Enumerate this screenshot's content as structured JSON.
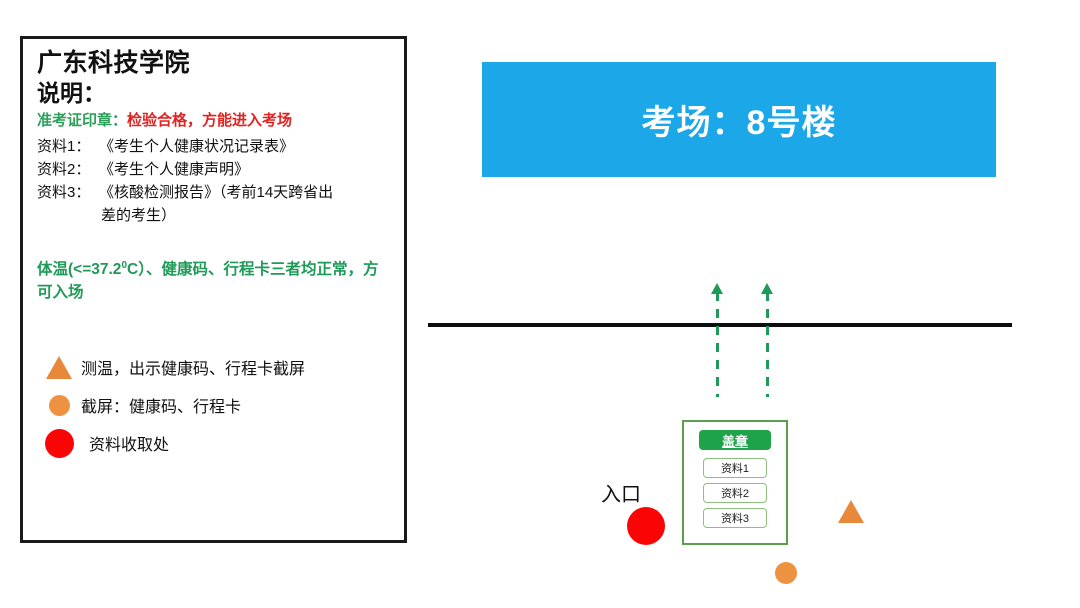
{
  "info_panel": {
    "org_title": "广东科技学院",
    "note_title": "说明：",
    "stamp_label": "准考证印章：",
    "stamp_value": "检验合格，方能进入考场",
    "documents": [
      {
        "key": "资料1：",
        "value": "《考生个人健康状况记录表》"
      },
      {
        "key": "资料2：",
        "value": "《考生个人健康声明》"
      },
      {
        "key": "资料3：",
        "value": "《核酸检测报告》（考前14天跨省出"
      }
    ],
    "documents_continuation": "差的考生）",
    "temperature_notice": {
      "prefix": "体温(<=37.2",
      "superscript": "0",
      "suffix": "C）、健康码、行程卡三者均正常，方可入场"
    },
    "legend": [
      {
        "icon": "triangle-icon",
        "color": "#E8883A",
        "label": "测温，出示健康码、行程卡截屏"
      },
      {
        "icon": "circle-icon",
        "color": "#ED9240",
        "label": "截屏：健康码、行程卡"
      },
      {
        "icon": "circle-icon",
        "color": "#FA0505",
        "label": "资料收取处"
      }
    ]
  },
  "map": {
    "banner_text": "考场：8号楼",
    "banner_color": "#1CA7E8",
    "entrance_label": "入口",
    "checkpoint": {
      "stamp_button": "盖章",
      "chips": [
        "资料1",
        "资料2",
        "资料3"
      ],
      "border_color": "#5C9E4E",
      "stamp_color": "#1EA34B"
    },
    "flow_arrows": 2,
    "arrow_color": "#1F9A58",
    "wall_color": "#0d0d0d",
    "markers": [
      {
        "name": "temperature-check-triangle",
        "color": "#E8883A"
      },
      {
        "name": "screenshot-check-circle",
        "color": "#ED9240"
      },
      {
        "name": "document-collection-circle",
        "color": "#FA0505"
      }
    ]
  }
}
